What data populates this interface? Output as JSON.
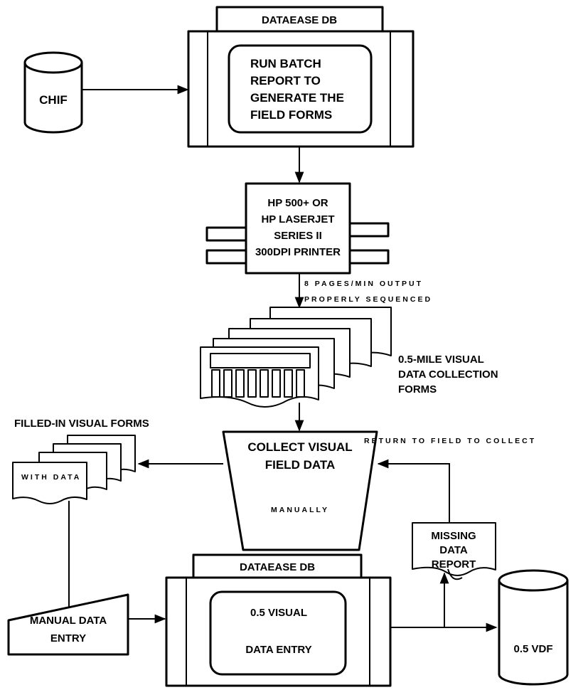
{
  "db_top": {
    "title": "DATAEASE DB",
    "process_lines": [
      "RUN BATCH",
      "REPORT TO",
      "GENERATE THE",
      "FIELD FORMS"
    ]
  },
  "chif": {
    "label": "CHIF"
  },
  "printer": {
    "lines": [
      "HP 500+ OR",
      "HP LASERJET",
      "SERIES II",
      "300DPI PRINTER"
    ]
  },
  "printer_output": {
    "lines": [
      "8 PAGES/MIN OUTPUT",
      "PROPERLY SEQUENCED"
    ]
  },
  "forms": {
    "lines": [
      "0.5-MILE VISUAL",
      "DATA COLLECTION",
      "FORMS"
    ]
  },
  "collect": {
    "lines": [
      "COLLECT VISUAL",
      "FIELD  DATA"
    ],
    "sub": "MANUALLY"
  },
  "filled_forms": {
    "title": "FILLED-IN VISUAL FORMS",
    "front_label": "WITH DATA"
  },
  "return_note": "RETURN TO FIELD TO COLLECT",
  "missing_report": {
    "lines": [
      "MISSING",
      "DATA",
      "REPORT"
    ]
  },
  "manual_entry": {
    "lines": [
      "MANUAL DATA",
      "ENTRY"
    ]
  },
  "db_bottom": {
    "title": "DATAEASE DB",
    "process_line1": "0.5 VISUAL",
    "process_line2": "DATA ENTRY"
  },
  "vdf": {
    "label": "0.5 VDF"
  }
}
